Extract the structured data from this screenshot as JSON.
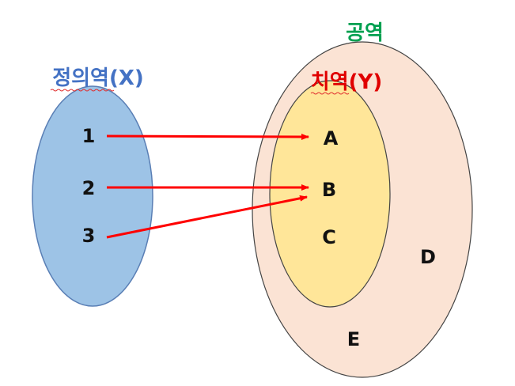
{
  "sets": {
    "domain": {
      "label": "정의역(X)",
      "color": "#4472c4",
      "fill": "#9dc3e6"
    },
    "codomain": {
      "label": "공역",
      "color": "#00a050",
      "fill": "#fbe3d4"
    },
    "range": {
      "label": "치역(Y)",
      "color": "#e00000",
      "fill": "#ffe699"
    }
  },
  "domain_elements": [
    "1",
    "2",
    "3"
  ],
  "range_elements": [
    "A",
    "B",
    "C"
  ],
  "codomain_extra_elements": [
    "D",
    "E"
  ],
  "mappings": [
    {
      "from": "1",
      "to": "A"
    },
    {
      "from": "2",
      "to": "B"
    },
    {
      "from": "3",
      "to": "B"
    }
  ],
  "arrow_color": "#ff0000"
}
